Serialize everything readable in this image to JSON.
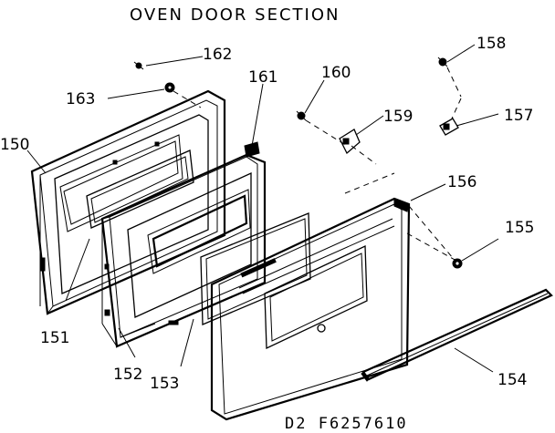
{
  "title": "OVEN DOOR SECTION",
  "doc_ref": "D2 F6257610",
  "callouts": {
    "c150": "150",
    "c151": "151",
    "c152": "152",
    "c153": "153",
    "c154": "154",
    "c155": "155",
    "c156": "156",
    "c157": "157",
    "c158": "158",
    "c159": "159",
    "c160": "160",
    "c161": "161",
    "c162": "162",
    "c163": "163"
  }
}
